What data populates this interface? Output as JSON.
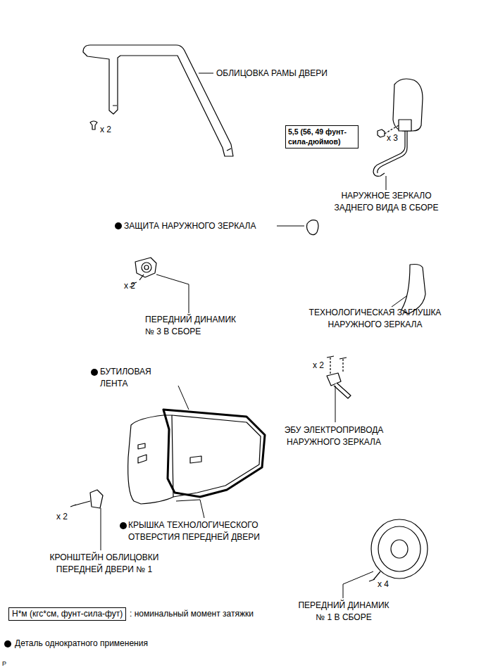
{
  "diagram": {
    "nodes": [
      {
        "text": [
          "5,5 (56, 49 фунт-сила-дюймов)"
        ]
      },
      {
        "text": [
          "Н*м (кгс*см, фунт-сила-фут)"
        ]
      }
    ],
    "labels": [
      "ОБЛИЦОВКА РАМЫ ДВЕРИ",
      "x 2",
      "x 3",
      "НАРУЖНОЕ ЗЕРКАЛО ЗАДНЕГО ВИДА В СБОРЕ",
      "ЗАЩИТА НАРУЖНОГО ЗЕРКАЛА",
      "x 2",
      "ПЕРЕДНИЙ ДИНАМИК № 3 В СБОРЕ",
      "ТЕХНОЛОГИЧЕСКАЯ ЗАГЛУШКА НАРУЖНОГО ЗЕРКАЛА",
      "БУТИЛОВАЯ ЛЕНТА",
      "x 2",
      "ЭБУ ЭЛЕКТРОПРИВОДА НАРУЖНОГО ЗЕРКАЛА",
      "КРЫШКА ТЕХНОЛОГИЧЕСКОГО ОТВЕРСТИЯ ПЕРЕДНЕЙ ДВЕРИ",
      "x 2",
      "КРОНШТЕЙН ОБЛИЦОВКИ ПЕРЕДНЕЙ ДВЕРИ № 1",
      "x 4",
      "ПЕРЕДНИЙ ДИНАМИК № 1 В СБОРЕ",
      "P"
    ],
    "legend": [
      {
        "text": ": номинальный момент затяжки"
      },
      {
        "text": "Деталь однократного применения"
      }
    ]
  }
}
